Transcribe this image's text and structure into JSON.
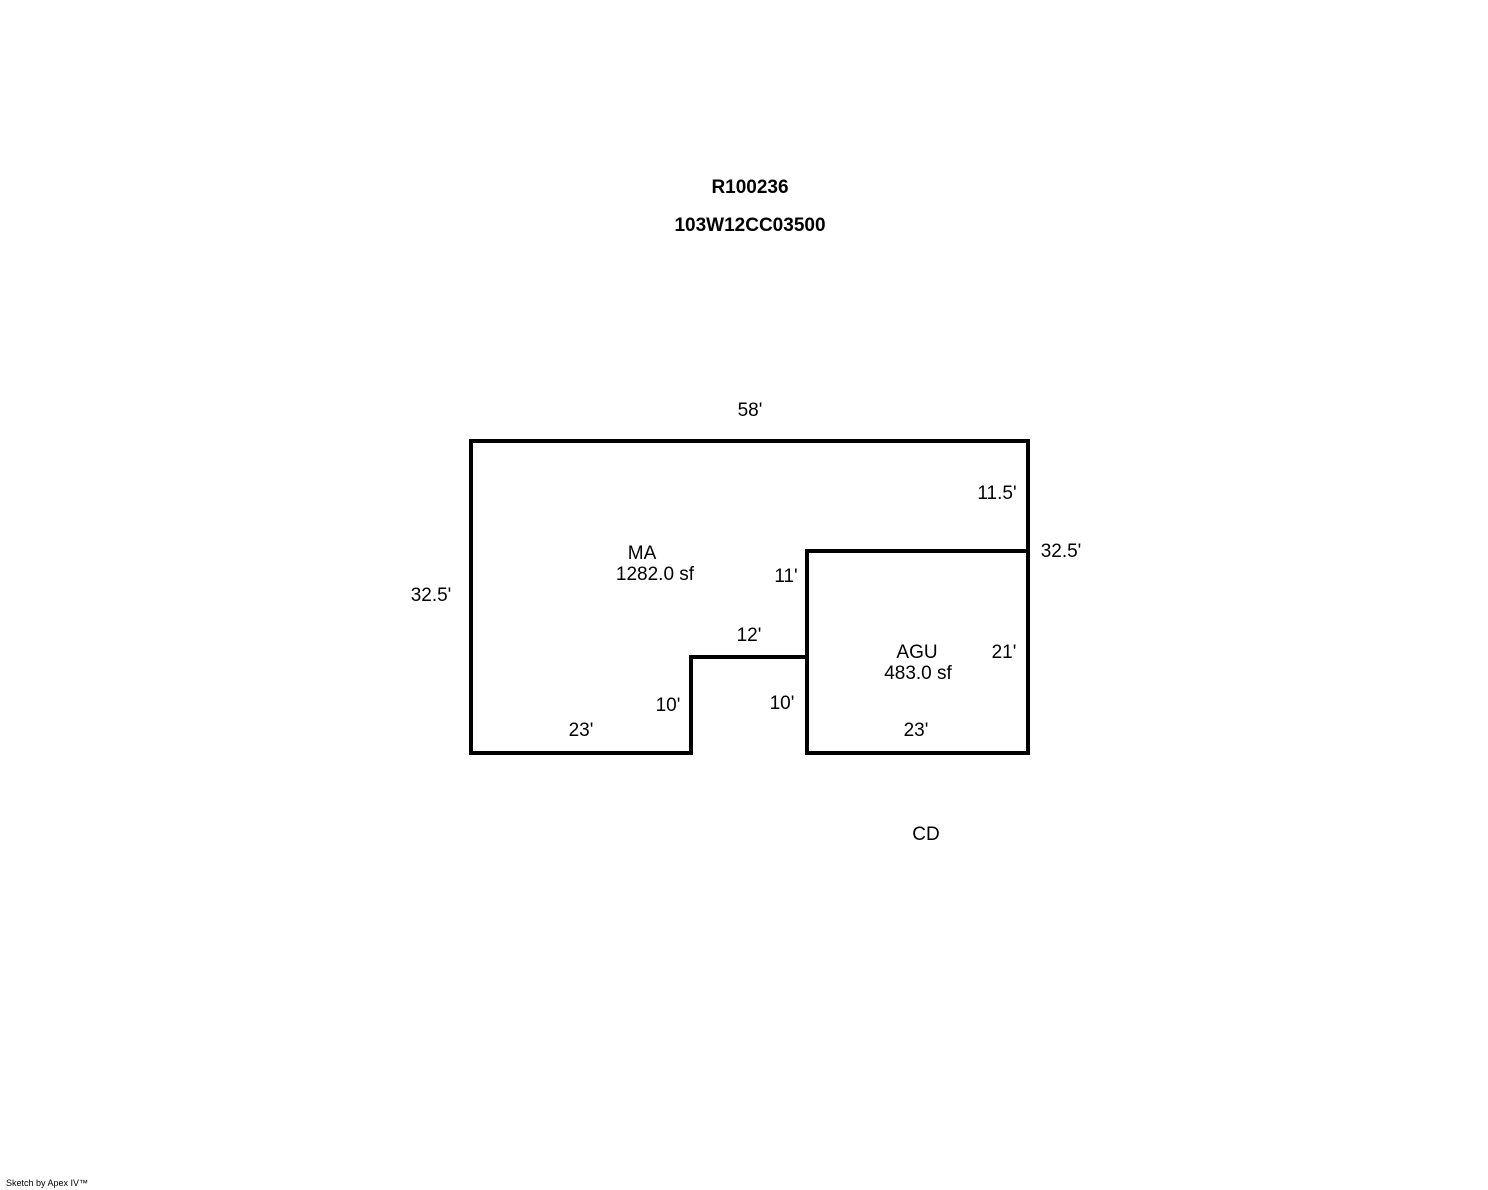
{
  "header": {
    "parcel_id": "R100236",
    "map_tax_lot": "103W12CC03500"
  },
  "areas": [
    {
      "code": "MA",
      "area": "1282.0 sf"
    },
    {
      "code": "AGU",
      "area": "483.0 sf"
    }
  ],
  "dimensions": {
    "ma_top": "58'",
    "ma_left": "32.5'",
    "ma_bottom": "23'",
    "ma_notch_left": "10'",
    "ma_notch_top": "12'",
    "ma_notch_right": "10'",
    "agu_left_upper": "11'",
    "right_upper": "11.5'",
    "right_total": "32.5'",
    "agu_right": "21'",
    "agu_bottom": "23'"
  },
  "other_labels": {
    "cd": "CD"
  },
  "footer": {
    "credit": "Sketch by Apex IV™"
  },
  "colors": {
    "line": "#000000",
    "background": "#ffffff"
  }
}
